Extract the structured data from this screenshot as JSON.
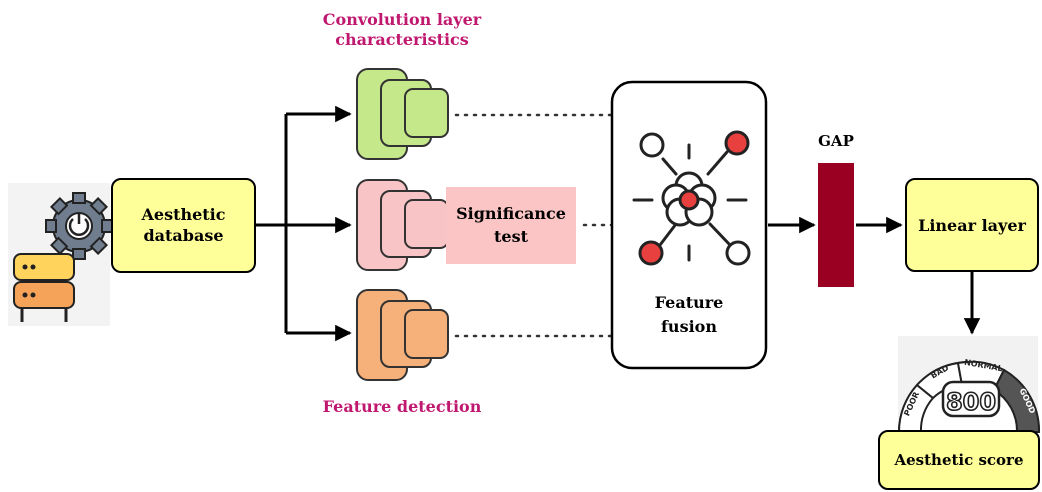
{
  "nodes": {
    "aesthetic_database": "Aesthetic database",
    "conv_layer": "Convolution layer characteristics",
    "feature_detection": "Feature detection",
    "significance_test": "Significance test",
    "feature_fusion": "Feature fusion",
    "gap": "GAP",
    "linear_layer": "Linear layer",
    "aesthetic_score": "Aesthetic score"
  },
  "gauge": {
    "value": "800",
    "labels": [
      "POOR",
      "BAD",
      "NORMAL",
      "GOOD"
    ]
  },
  "colors": {
    "green": "#c5e88a",
    "pink": "#f9c4c6",
    "orange": "#f6b07a",
    "sig_bg": "#fbc5c5",
    "gap": "#990022",
    "yellow": "#ffff99",
    "magenta": "#c0186f",
    "accent_red": "#e8403f"
  }
}
